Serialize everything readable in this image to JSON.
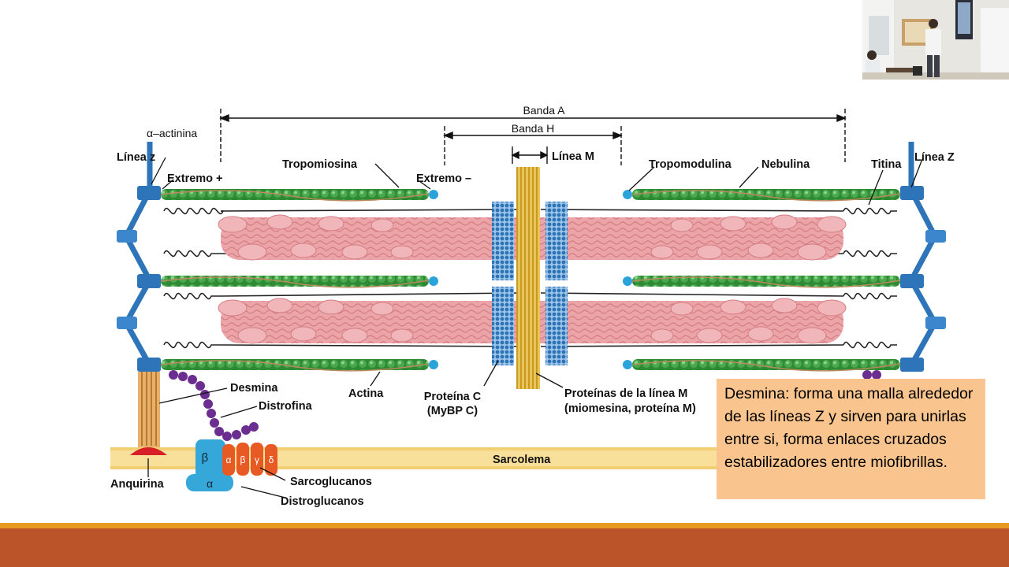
{
  "diagram": {
    "labels": {
      "banda_a": "Banda A",
      "banda_h": "Banda H",
      "linea_m": "Línea M",
      "alfa_actinina": "α–actinina",
      "linea_z_left": "Línea z",
      "linea_z_right": "Línea Z",
      "extremo_plus": "Extremo +",
      "tropomiosina": "Tropomiosina",
      "extremo_minus": "Extremo –",
      "tropomodulina": "Tropomodulina",
      "nebulina": "Nebulina",
      "titina": "Titina",
      "desmina": "Desmina",
      "distrofina": "Distrofina",
      "actina": "Actina",
      "proteina_c_line1": "Proteína C",
      "proteina_c_line2": "(MyBP C)",
      "proteinas_m_line1": "Proteínas de la línea M",
      "proteinas_m_line2": "(miomesina, proteína M)",
      "sarcolema": "Sarcolema",
      "anquirina": "Anquirina",
      "sarcoglucanos": "Sarcoglucanos",
      "distroglucanos": "Distroglucanos",
      "beta": "β",
      "alpha": "α",
      "sg_a": "α",
      "sg_b": "β",
      "sg_g": "γ",
      "sg_d": "δ"
    },
    "colors": {
      "actin": "#2f8a35",
      "myosin": "#e59a9e",
      "zline": "#2e74b8",
      "mline": "#e1bd3e",
      "protein_c": "#5b9bd5",
      "desmin": "#6b2d8f",
      "sarcolemma": "#f8df9a"
    }
  },
  "note": {
    "text": "Desmina: forma una malla alrededor de las líneas Z y sirven para unirlas entre si, forma enlaces cruzados estabilizadores entre miofibrillas."
  },
  "webcam": {
    "icon": "presenter-video-icon"
  },
  "theme": {
    "footer_color": "#bb5428",
    "stripe_color": "#e69a22",
    "note_bg": "#f9c48d"
  }
}
